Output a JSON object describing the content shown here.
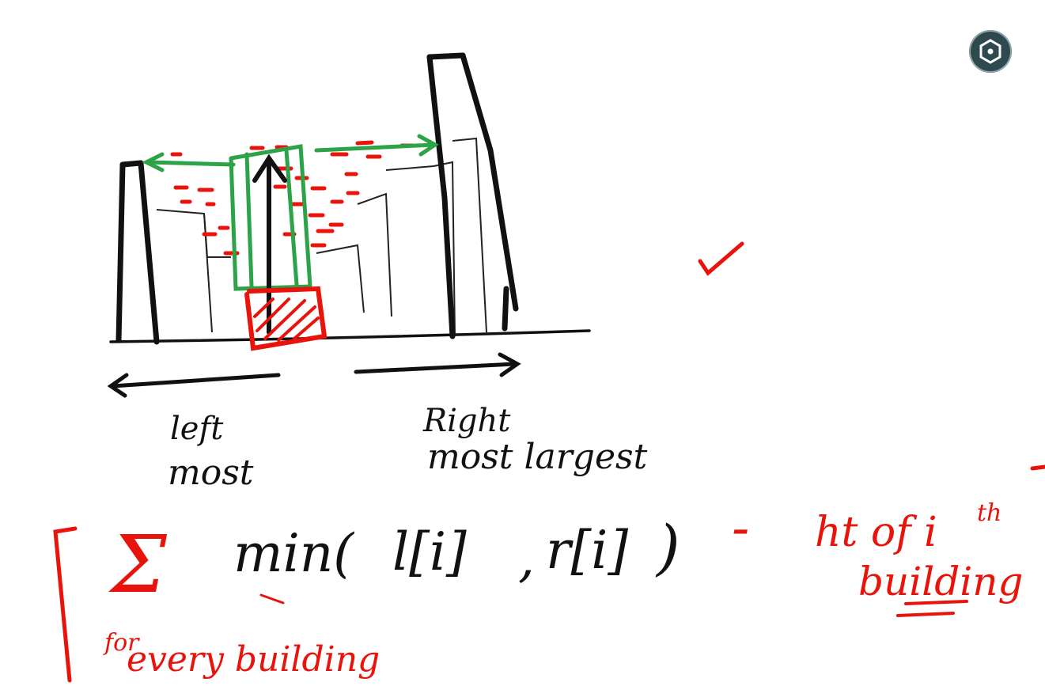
{
  "toolbar": {
    "settings_icon": "hexagon-settings-icon"
  },
  "colors": {
    "ink": "#111111",
    "red": "#e8140c",
    "green": "#2ba346",
    "button": "#2e4a4f"
  },
  "labels": {
    "left_most": [
      "left",
      "most"
    ],
    "right_most": [
      "Right",
      "most largest"
    ]
  },
  "formula": {
    "sum_symbol": "Σ",
    "min_text": "min(",
    "left_term": "l[i]",
    "comma": ",",
    "right_term": "r[i]",
    "close_paren": ")",
    "minus": "-",
    "height_text": "ht of i",
    "superscript": "th",
    "building": "building",
    "for_text": "for",
    "every_building": "every building"
  }
}
